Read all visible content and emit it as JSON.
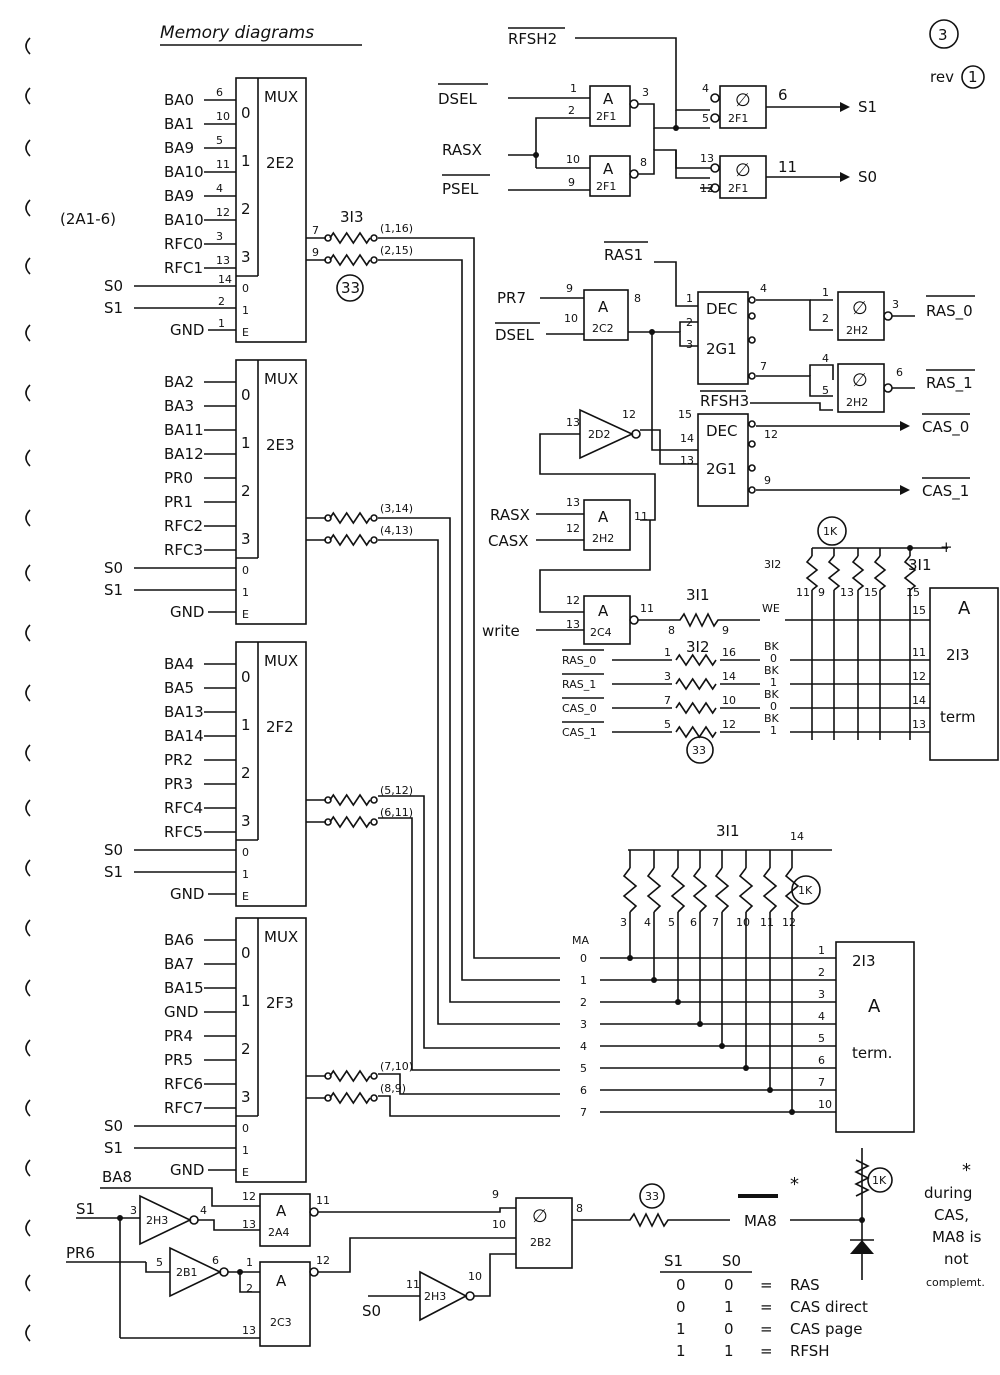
{
  "header": {
    "title": "Memory diagrams",
    "page": "3",
    "revision_prefix": "rev",
    "revision_number": "1",
    "side_note": "(2A1-6)"
  },
  "mux_blocks": [
    {
      "part": "2E2",
      "type_label": "MUX",
      "inputs": [
        {
          "signal": "BA0",
          "pin": "6",
          "sel": "0"
        },
        {
          "signal": "BA1",
          "pin": "10",
          "sel": ""
        },
        {
          "signal": "BA9",
          "pin": "5",
          "sel": "1"
        },
        {
          "signal": "BA10",
          "pin": "11",
          "sel": ""
        },
        {
          "signal": "BA9",
          "pin": "4",
          "sel": "2"
        },
        {
          "signal": "BA10",
          "pin": "12",
          "sel": ""
        },
        {
          "signal": "RFC0",
          "pin": "3",
          "sel": "3"
        },
        {
          "signal": "RFC1",
          "pin": "13",
          "sel": ""
        }
      ],
      "controls": [
        {
          "signal": "S0",
          "pin": "14",
          "sel": "0"
        },
        {
          "signal": "S1",
          "pin": "2",
          "sel": "1"
        },
        {
          "signal": "GND",
          "pin": "1",
          "sel": "E"
        }
      ],
      "outputs": [
        {
          "pin": "7",
          "resistor": "3I3",
          "pins": "(1,16)"
        },
        {
          "pin": "9",
          "resistor": "33",
          "pins": "(2,15)"
        }
      ]
    },
    {
      "part": "2E3",
      "type_label": "MUX",
      "inputs": [
        {
          "signal": "BA2",
          "pin": "",
          "sel": "0"
        },
        {
          "signal": "BA3",
          "pin": "",
          "sel": ""
        },
        {
          "signal": "BA11",
          "pin": "",
          "sel": "1"
        },
        {
          "signal": "BA12",
          "pin": "",
          "sel": ""
        },
        {
          "signal": "PR0",
          "pin": "",
          "sel": "2"
        },
        {
          "signal": "PR1",
          "pin": "",
          "sel": ""
        },
        {
          "signal": "RFC2",
          "pin": "",
          "sel": "3"
        },
        {
          "signal": "RFC3",
          "pin": "",
          "sel": ""
        }
      ],
      "controls": [
        {
          "signal": "S0",
          "pin": "",
          "sel": "0"
        },
        {
          "signal": "S1",
          "pin": "",
          "sel": "1"
        },
        {
          "signal": "GND",
          "pin": "",
          "sel": "E"
        }
      ],
      "outputs": [
        {
          "pin": "",
          "resistor": "",
          "pins": "(3,14)"
        },
        {
          "pin": "",
          "resistor": "",
          "pins": "(4,13)"
        }
      ]
    },
    {
      "part": "2F2",
      "type_label": "MUX",
      "inputs": [
        {
          "signal": "BA4",
          "pin": "",
          "sel": "0"
        },
        {
          "signal": "BA5",
          "pin": "",
          "sel": ""
        },
        {
          "signal": "BA13",
          "pin": "",
          "sel": "1"
        },
        {
          "signal": "BA14",
          "pin": "",
          "sel": ""
        },
        {
          "signal": "PR2",
          "pin": "",
          "sel": "2"
        },
        {
          "signal": "PR3",
          "pin": "",
          "sel": ""
        },
        {
          "signal": "RFC4",
          "pin": "",
          "sel": "3"
        },
        {
          "signal": "RFC5",
          "pin": "",
          "sel": ""
        }
      ],
      "controls": [
        {
          "signal": "S0",
          "pin": "",
          "sel": "0"
        },
        {
          "signal": "S1",
          "pin": "",
          "sel": "1"
        },
        {
          "signal": "GND",
          "pin": "",
          "sel": "E"
        }
      ],
      "outputs": [
        {
          "pin": "",
          "resistor": "",
          "pins": "(5,12)"
        },
        {
          "pin": "",
          "resistor": "",
          "pins": "(6,11)"
        }
      ]
    },
    {
      "part": "2F3",
      "type_label": "MUX",
      "inputs": [
        {
          "signal": "BA6",
          "pin": "",
          "sel": "0"
        },
        {
          "signal": "BA7",
          "pin": "",
          "sel": ""
        },
        {
          "signal": "BA15",
          "pin": "",
          "sel": "1"
        },
        {
          "signal": "GND",
          "pin": "",
          "sel": ""
        },
        {
          "signal": "PR4",
          "pin": "",
          "sel": "2"
        },
        {
          "signal": "PR5",
          "pin": "",
          "sel": ""
        },
        {
          "signal": "RFC6",
          "pin": "",
          "sel": "3"
        },
        {
          "signal": "RFC7",
          "pin": "",
          "sel": ""
        }
      ],
      "controls": [
        {
          "signal": "S0",
          "pin": "",
          "sel": "0"
        },
        {
          "signal": "S1",
          "pin": "",
          "sel": "1"
        },
        {
          "signal": "GND",
          "pin": "",
          "sel": "E"
        }
      ],
      "outputs": [
        {
          "pin": "",
          "resistor": "",
          "pins": "(7,10)"
        },
        {
          "pin": "",
          "resistor": "",
          "pins": "(8,9)"
        }
      ]
    }
  ],
  "select_logic": {
    "inputs": [
      "RFSH2",
      "DSEL",
      "RASX",
      "PSEL"
    ],
    "gates": [
      {
        "type": "A",
        "part": "2F1",
        "in_pins": [
          "1",
          "2"
        ],
        "out_pin": "3"
      },
      {
        "type": "A",
        "part": "2F1",
        "in_pins": [
          "10",
          "9"
        ],
        "out_pin": "8"
      },
      {
        "type": "∅",
        "part": "2F1",
        "in_pins": [
          "4",
          "5"
        ],
        "out_pin": "6"
      },
      {
        "type": "∅",
        "part": "2F1",
        "in_pins": [
          "13",
          "12"
        ],
        "out_pin": "11"
      }
    ],
    "outputs": [
      "S1",
      "S0"
    ]
  },
  "ras_cas_logic": {
    "inputs": [
      "RAS1",
      "PR7",
      "DSEL",
      "RFSH3",
      "RASX",
      "CASX",
      "write"
    ],
    "gates": [
      {
        "type": "A",
        "part": "2C2",
        "pins": [
          "9",
          "10",
          "8"
        ]
      },
      {
        "type": "DEC",
        "part": "2G1",
        "pins": [
          "1",
          "2",
          "3",
          "4",
          "7"
        ]
      },
      {
        "type": "∅",
        "part": "2H2",
        "pins": [
          "1",
          "2",
          "3"
        ]
      },
      {
        "type": "∅",
        "part": "2H2",
        "pins": [
          "4",
          "5",
          "6"
        ]
      },
      {
        "type": "DEC",
        "part": "2G1",
        "pins": [
          "15",
          "14",
          "13",
          "12",
          "9"
        ]
      },
      {
        "type": "",
        "part": "2D2",
        "pins": [
          "13",
          "12"
        ]
      },
      {
        "type": "A",
        "part": "2H2",
        "pins": [
          "13",
          "12",
          "11"
        ]
      },
      {
        "type": "A",
        "part": "2C4",
        "pins": [
          "12",
          "13",
          "11"
        ]
      }
    ],
    "outputs": [
      "RAS_0",
      "RAS_1",
      "CAS_0",
      "CAS_1"
    ]
  },
  "terminator_1": {
    "part": "2I3",
    "labels": [
      "A",
      "term"
    ],
    "pullup_value": "1K",
    "pullup_rnet_a": "3I2",
    "pullup_rnet_b": "3I1",
    "pullup_pins": [
      "11",
      "9",
      "13",
      "15",
      "15"
    ],
    "supply": "+",
    "signals": [
      {
        "name": "RAS_0",
        "r_pins": [
          "1",
          "16"
        ],
        "bus": "BK",
        "sub": "0",
        "term_pin": "11"
      },
      {
        "name": "RAS_1",
        "r_pins": [
          "3",
          "14"
        ],
        "bus": "BK",
        "sub": "1",
        "term_pin": "12"
      },
      {
        "name": "CAS_0",
        "r_pins": [
          "7",
          "10"
        ],
        "bus": "BK",
        "sub": "0",
        "term_pin": "14"
      },
      {
        "name": "CAS_1",
        "r_pins": [
          "5",
          "12"
        ],
        "bus": "BK",
        "sub": "1",
        "term_pin": "13"
      }
    ],
    "we": {
      "label": "WE",
      "rnet": "3I1",
      "r_pins": [
        "8",
        "9"
      ],
      "term_pin": "15"
    },
    "series_rnet": "3I2",
    "series_value": "33"
  },
  "terminator_2": {
    "part": "2I3",
    "labels": [
      "A",
      "term."
    ],
    "rnet": "3I1",
    "rnet_pin": "14",
    "value": "1K",
    "res_pins": [
      "3",
      "4",
      "5",
      "6",
      "7",
      "10",
      "11",
      "12"
    ],
    "bus_label": "MA",
    "bus_lines": [
      "0",
      "1",
      "2",
      "3",
      "4",
      "5",
      "6",
      "7"
    ],
    "term_pins": [
      "1",
      "2",
      "3",
      "4",
      "5",
      "6",
      "7",
      "10"
    ]
  },
  "ma8_circuit": {
    "inputs": [
      "S1",
      "BA8",
      "PR6",
      "S0"
    ],
    "gates": [
      {
        "type": "",
        "part": "2H3",
        "pins": [
          "3",
          "4"
        ]
      },
      {
        "type": "A",
        "part": "2A4",
        "pins": [
          "12",
          "13",
          "11"
        ]
      },
      {
        "type": "",
        "part": "2B1",
        "pins": [
          "5",
          "6"
        ]
      },
      {
        "type": "A",
        "part": "2C3",
        "pins": [
          "1",
          "2",
          "13",
          "12"
        ]
      },
      {
        "type": "",
        "part": "2H3",
        "pins": [
          "11",
          "10"
        ]
      },
      {
        "type": "∅",
        "part": "2B2",
        "pins": [
          "9",
          "10",
          "8"
        ]
      }
    ],
    "resistor": "33",
    "output": "MA8",
    "pullup": "1K",
    "star": "*"
  },
  "note": {
    "star": "*",
    "lines": [
      "during",
      "CAS,",
      "MA8 is",
      "not",
      "complemt."
    ]
  },
  "truth_table": {
    "header": [
      "S1",
      "S0"
    ],
    "rows": [
      [
        "0",
        "0",
        "=",
        "RAS"
      ],
      [
        "0",
        "1",
        "=",
        "CAS direct"
      ],
      [
        "1",
        "0",
        "=",
        "CAS page"
      ],
      [
        "1",
        "1",
        "=",
        "RFSH"
      ]
    ]
  }
}
